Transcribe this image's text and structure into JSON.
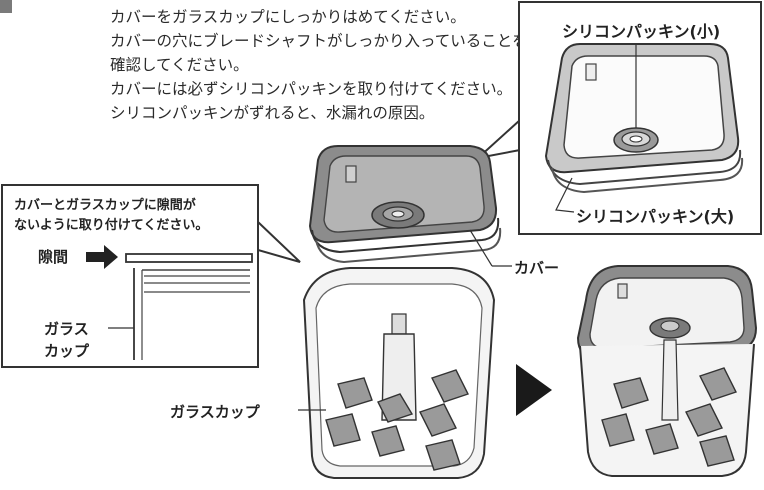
{
  "instructions": [
    "カバーをガラスカップにしっかりはめてください。",
    "カバーの穴にブレードシャフトがしっかり入っていることを",
    "確認してください。",
    "カバーには必ずシリコンパッキンを取り付けてください。",
    "シリコンパッキンがずれると、水漏れの原因。"
  ],
  "detail_box": {
    "note_line1": "カバーとガラスカップに隙間が",
    "note_line2": "ないように取り付けてください。",
    "gap_label": "隙間",
    "glass_cup_label_line1": "ガラス",
    "glass_cup_label_line2": "カップ"
  },
  "labels": {
    "silicone_small": "シリコンパッキン(小)",
    "silicone_large": "シリコンパッキン(大)",
    "cover": "カバー",
    "glass_cup": "ガラスカップ"
  },
  "colors": {
    "cover_gray": "#8c8c8c",
    "cover_dark": "#5e5e5e",
    "glass": "#f4f4f4",
    "ice": "#9a9a9a"
  }
}
